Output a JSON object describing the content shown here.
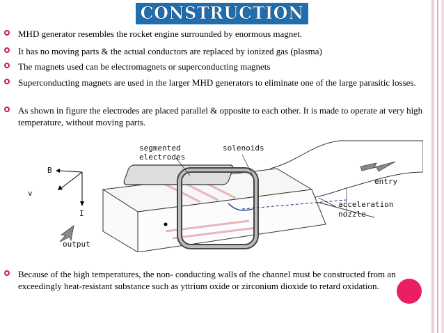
{
  "slide": {
    "title": "CONSTRUCTION",
    "bullets": [
      "MHD generator resembles the rocket engine surrounded by enormous magnet.",
      " It has no moving parts & the actual conductors are replaced by ionized gas (plasma)",
      "The magnets used can be electromagnets or superconducting magnets",
      "Superconducting magnets are used in the larger MHD generators to eliminate one of the large parasitic losses.",
      "As shown in figure the electrodes are placed parallel & opposite to each other. It is made to operate at very high temperature, without moving parts.",
      "Because of the high temperatures, the non- conducting walls of the channel must be constructed from an exceedingly heat-resistant substance such as yttrium oxide or zirconium dioxide to retard oxidation."
    ]
  },
  "figure": {
    "labels": {
      "segmented_electrodes_1": "segmented",
      "segmented_electrodes_2": "electrodes",
      "solenoids": "solenoids",
      "entry": "entry",
      "acceleration": "acceleration",
      "nozzle": "nozzle",
      "output": "output",
      "axis_b": "B",
      "axis_v": "v",
      "axis_i": "I"
    }
  },
  "colors": {
    "accent": "#c2185b",
    "title": "#1f6fb0",
    "electrode_stripe": "#e8b4c0",
    "badge": "#e91e63"
  }
}
